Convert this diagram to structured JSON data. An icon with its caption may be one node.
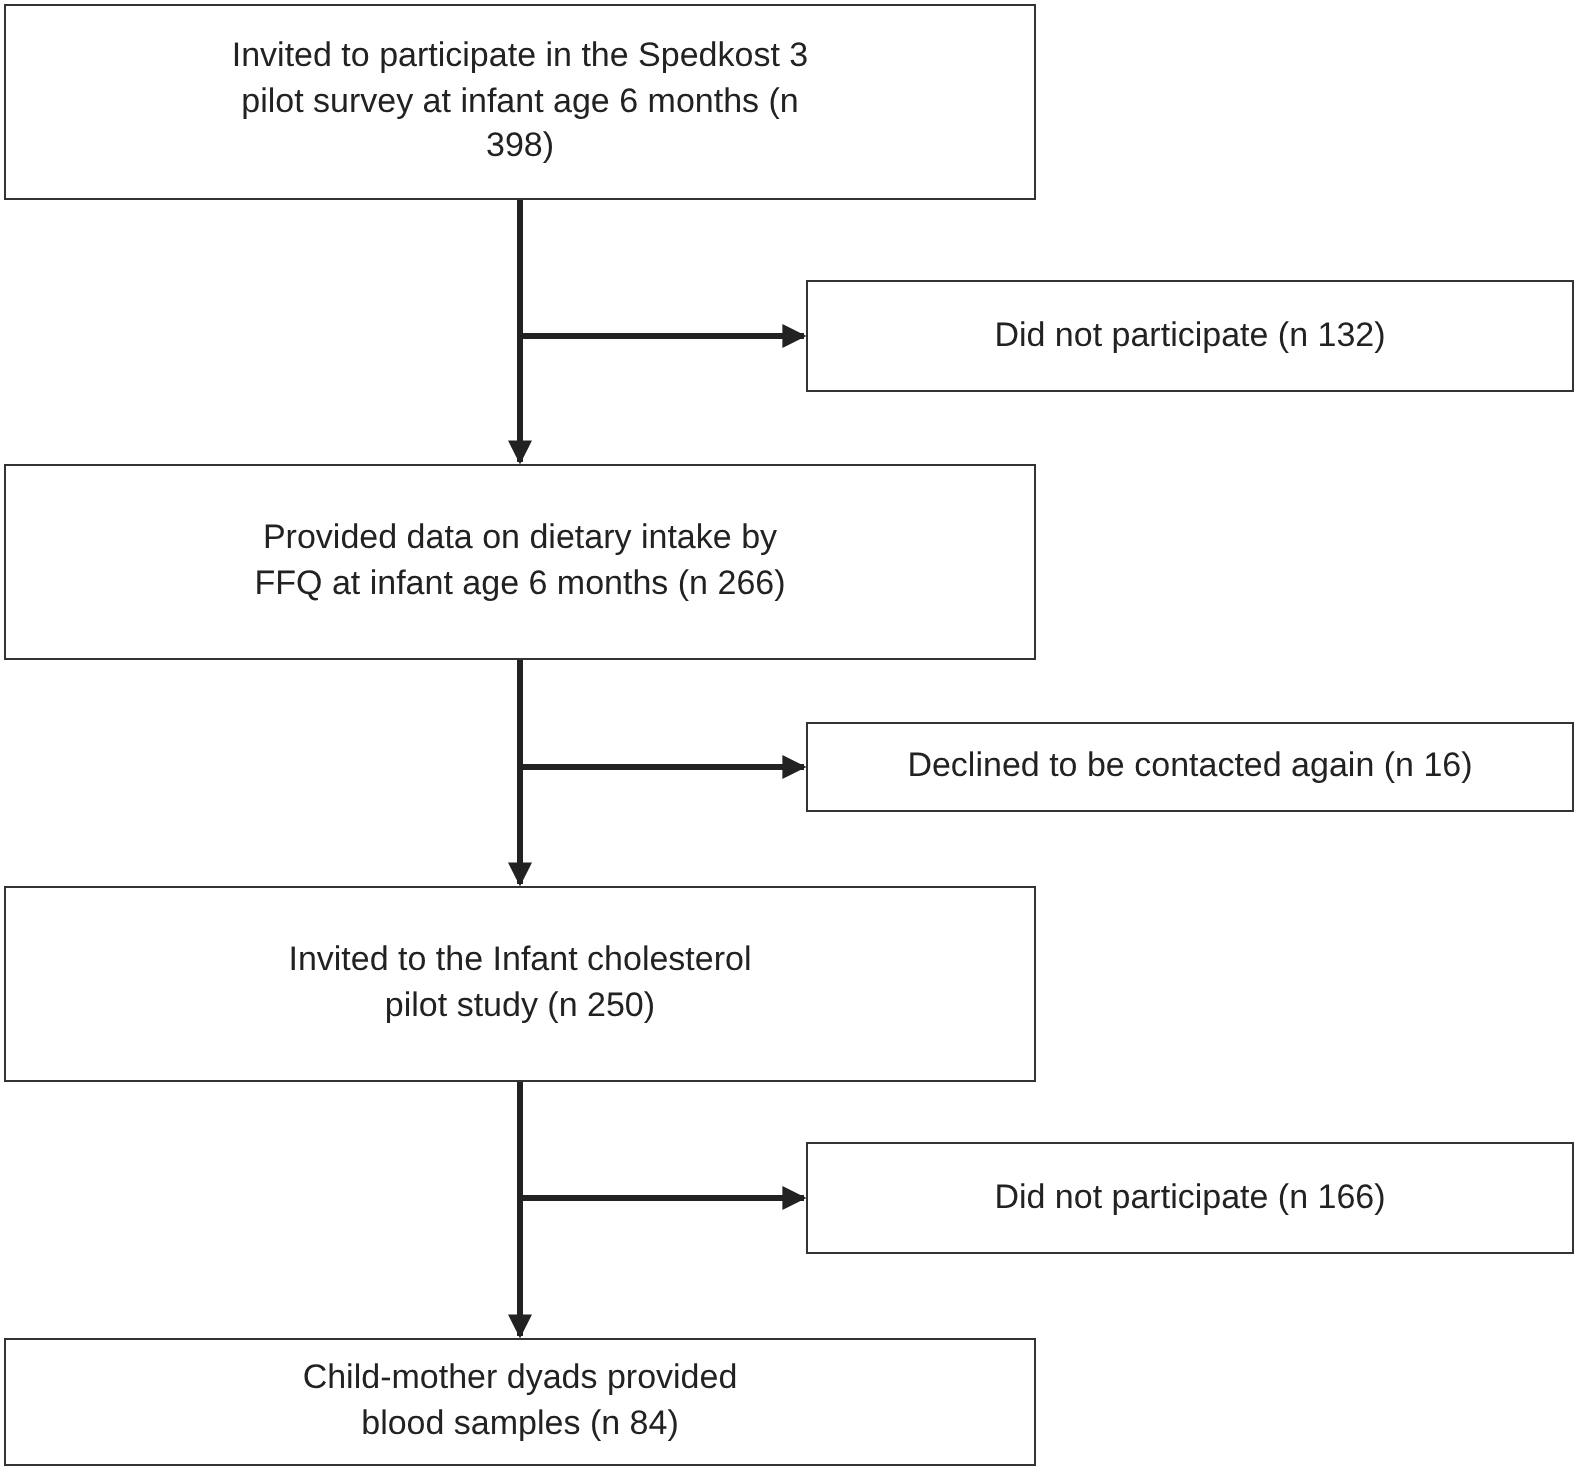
{
  "diagram": {
    "nodes": [
      {
        "text": [
          "Invited to participate in the Spedkost 3 pilot survey at infant age 6 months (n 398)"
        ]
      },
      {
        "text": [
          "Did not participate (n 132)"
        ]
      },
      {
        "text": [
          "Provided data on dietary intake by FFQ at infant age 6 months (n 266)"
        ]
      },
      {
        "text": [
          "Declined to be contacted again (n 16)"
        ]
      },
      {
        "text": [
          "Invited to the Infant cholesterol pilot study (n 250)"
        ]
      },
      {
        "text": [
          "Did not participate (n 166)"
        ]
      },
      {
        "text": [
          "Child-mother dyads provided blood samples (n 84)"
        ]
      }
    ],
    "edges": [
      {
        "from": 0,
        "to": 2,
        "arrow": "to"
      },
      {
        "from": 0,
        "to": 1,
        "arrow": "to"
      },
      {
        "from": 2,
        "to": 4,
        "arrow": "to"
      },
      {
        "from": 2,
        "to": 3,
        "arrow": "to"
      },
      {
        "from": 4,
        "to": 6,
        "arrow": "to"
      },
      {
        "from": 4,
        "to": 5,
        "arrow": "to"
      }
    ]
  }
}
